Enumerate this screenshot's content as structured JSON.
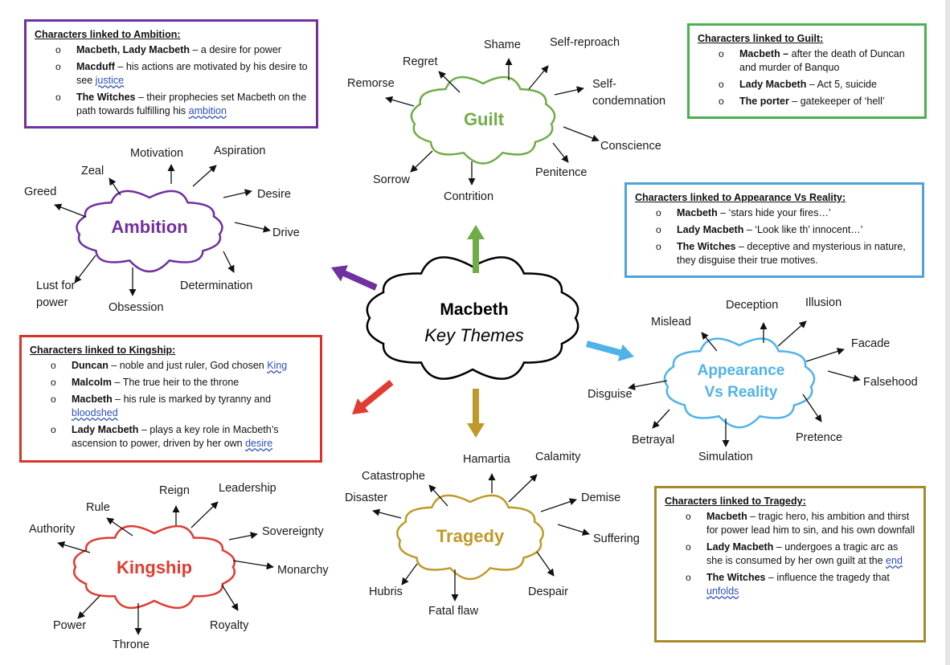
{
  "center": {
    "title": "Macbeth",
    "subtitle": "Key Themes"
  },
  "themes": {
    "ambition": {
      "label": "Ambition",
      "color": "#7030a0",
      "keywords": [
        "Zeal",
        "Motivation",
        "Aspiration",
        "Desire",
        "Greed",
        "Drive",
        "Determination",
        "Obsession",
        "Lust for",
        "power"
      ]
    },
    "guilt": {
      "label": "Guilt",
      "color": "#70ad47",
      "keywords": [
        "Shame",
        "Self-reproach",
        "Regret",
        "Remorse",
        "Self-",
        "condemnation",
        "Conscience",
        "Penitence",
        "Contrition",
        "Sorrow"
      ]
    },
    "appearance": {
      "label_line1": "Appearance",
      "label_line2": "Vs Reality",
      "color": "#4fb3e8",
      "keywords": [
        "Deception",
        "Illusion",
        "Mislead",
        "Facade",
        "Falsehood",
        "Disguise",
        "Pretence",
        "Simulation",
        "Betrayal"
      ]
    },
    "tragedy": {
      "label": "Tragedy",
      "color": "#bf9a2b",
      "keywords": [
        "Hamartia",
        "Calamity",
        "Catastrophe",
        "Disaster",
        "Demise",
        "Suffering",
        "Despair",
        "Fatal flaw",
        "Hubris"
      ]
    },
    "kingship": {
      "label": "Kingship",
      "color": "#e03c31",
      "keywords": [
        "Reign",
        "Leadership",
        "Rule",
        "Authority",
        "Sovereignty",
        "Monarchy",
        "Royalty",
        "Throne",
        "Power"
      ]
    }
  },
  "boxes": {
    "ambition": {
      "heading": "Characters linked to Ambition:",
      "items": [
        {
          "name": "Macbeth, Lady Macbeth",
          "text": " – a desire for power",
          "wavy": ""
        },
        {
          "name": "Macduff",
          "text": " – his actions are motivated by his desire to see ",
          "wavy": "justice"
        },
        {
          "name": "The Witches",
          "text": " – their prophecies set Macbeth on the path towards fulfilling his ",
          "wavy": "ambition"
        }
      ]
    },
    "guilt": {
      "heading": "Characters linked to Guilt:",
      "items": [
        {
          "name": "Macbeth –",
          "text": " after the death of Duncan and murder of Banquo",
          "wavy": ""
        },
        {
          "name": "Lady Macbeth",
          "text": " – Act 5, suicide",
          "wavy": ""
        },
        {
          "name": "The porter",
          "text": " – gatekeeper of ‘hell’",
          "wavy": ""
        }
      ]
    },
    "appearance": {
      "heading": "Characters linked to Appearance Vs Reality:",
      "items": [
        {
          "name": "Macbeth",
          "text": " – ‘stars hide your fires…’",
          "wavy": ""
        },
        {
          "name": "Lady Macbeth",
          "text": " – ‘Look like th’ innocent…’",
          "wavy": ""
        },
        {
          "name": "The Witches",
          "text": " – deceptive and mysterious in nature, they disguise their true motives.",
          "wavy": ""
        }
      ]
    },
    "kingship": {
      "heading": "Characters linked to Kingship:",
      "items": [
        {
          "name": "Duncan",
          "text": " – noble and just ruler, God chosen ",
          "wavy": "King"
        },
        {
          "name": "Malcolm",
          "text": " – The true heir to the throne",
          "wavy": ""
        },
        {
          "name": "Macbeth",
          "text": " – his rule is marked by tyranny and ",
          "wavy": "bloodshed"
        },
        {
          "name": "Lady Macbeth",
          "text": " – plays a key role in Macbeth’s ascension to power, driven by her own ",
          "wavy": "desire"
        }
      ]
    },
    "tragedy": {
      "heading": "Characters linked to Tragedy:",
      "items": [
        {
          "name": "Macbeth",
          "text": " – tragic hero, his ambition and thirst for power lead him to sin, and his own downfall",
          "wavy": ""
        },
        {
          "name": "Lady Macbeth",
          "text": " – undergoes a tragic arc as she is consumed by her own guilt at the ",
          "wavy": "end"
        },
        {
          "name": "The Witches",
          "text": " – influence the tragedy that ",
          "wavy": "unfolds"
        }
      ]
    }
  }
}
